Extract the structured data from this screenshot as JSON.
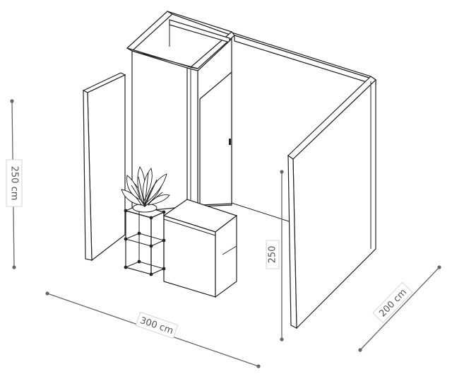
{
  "dimensions": {
    "height_total": "250 cm",
    "width": "300 cm",
    "depth": "200 cm",
    "wall_height": "250"
  },
  "colors": {
    "line": "#222222",
    "dimension": "#666666",
    "label_text": "#555555",
    "background": "#ffffff"
  }
}
